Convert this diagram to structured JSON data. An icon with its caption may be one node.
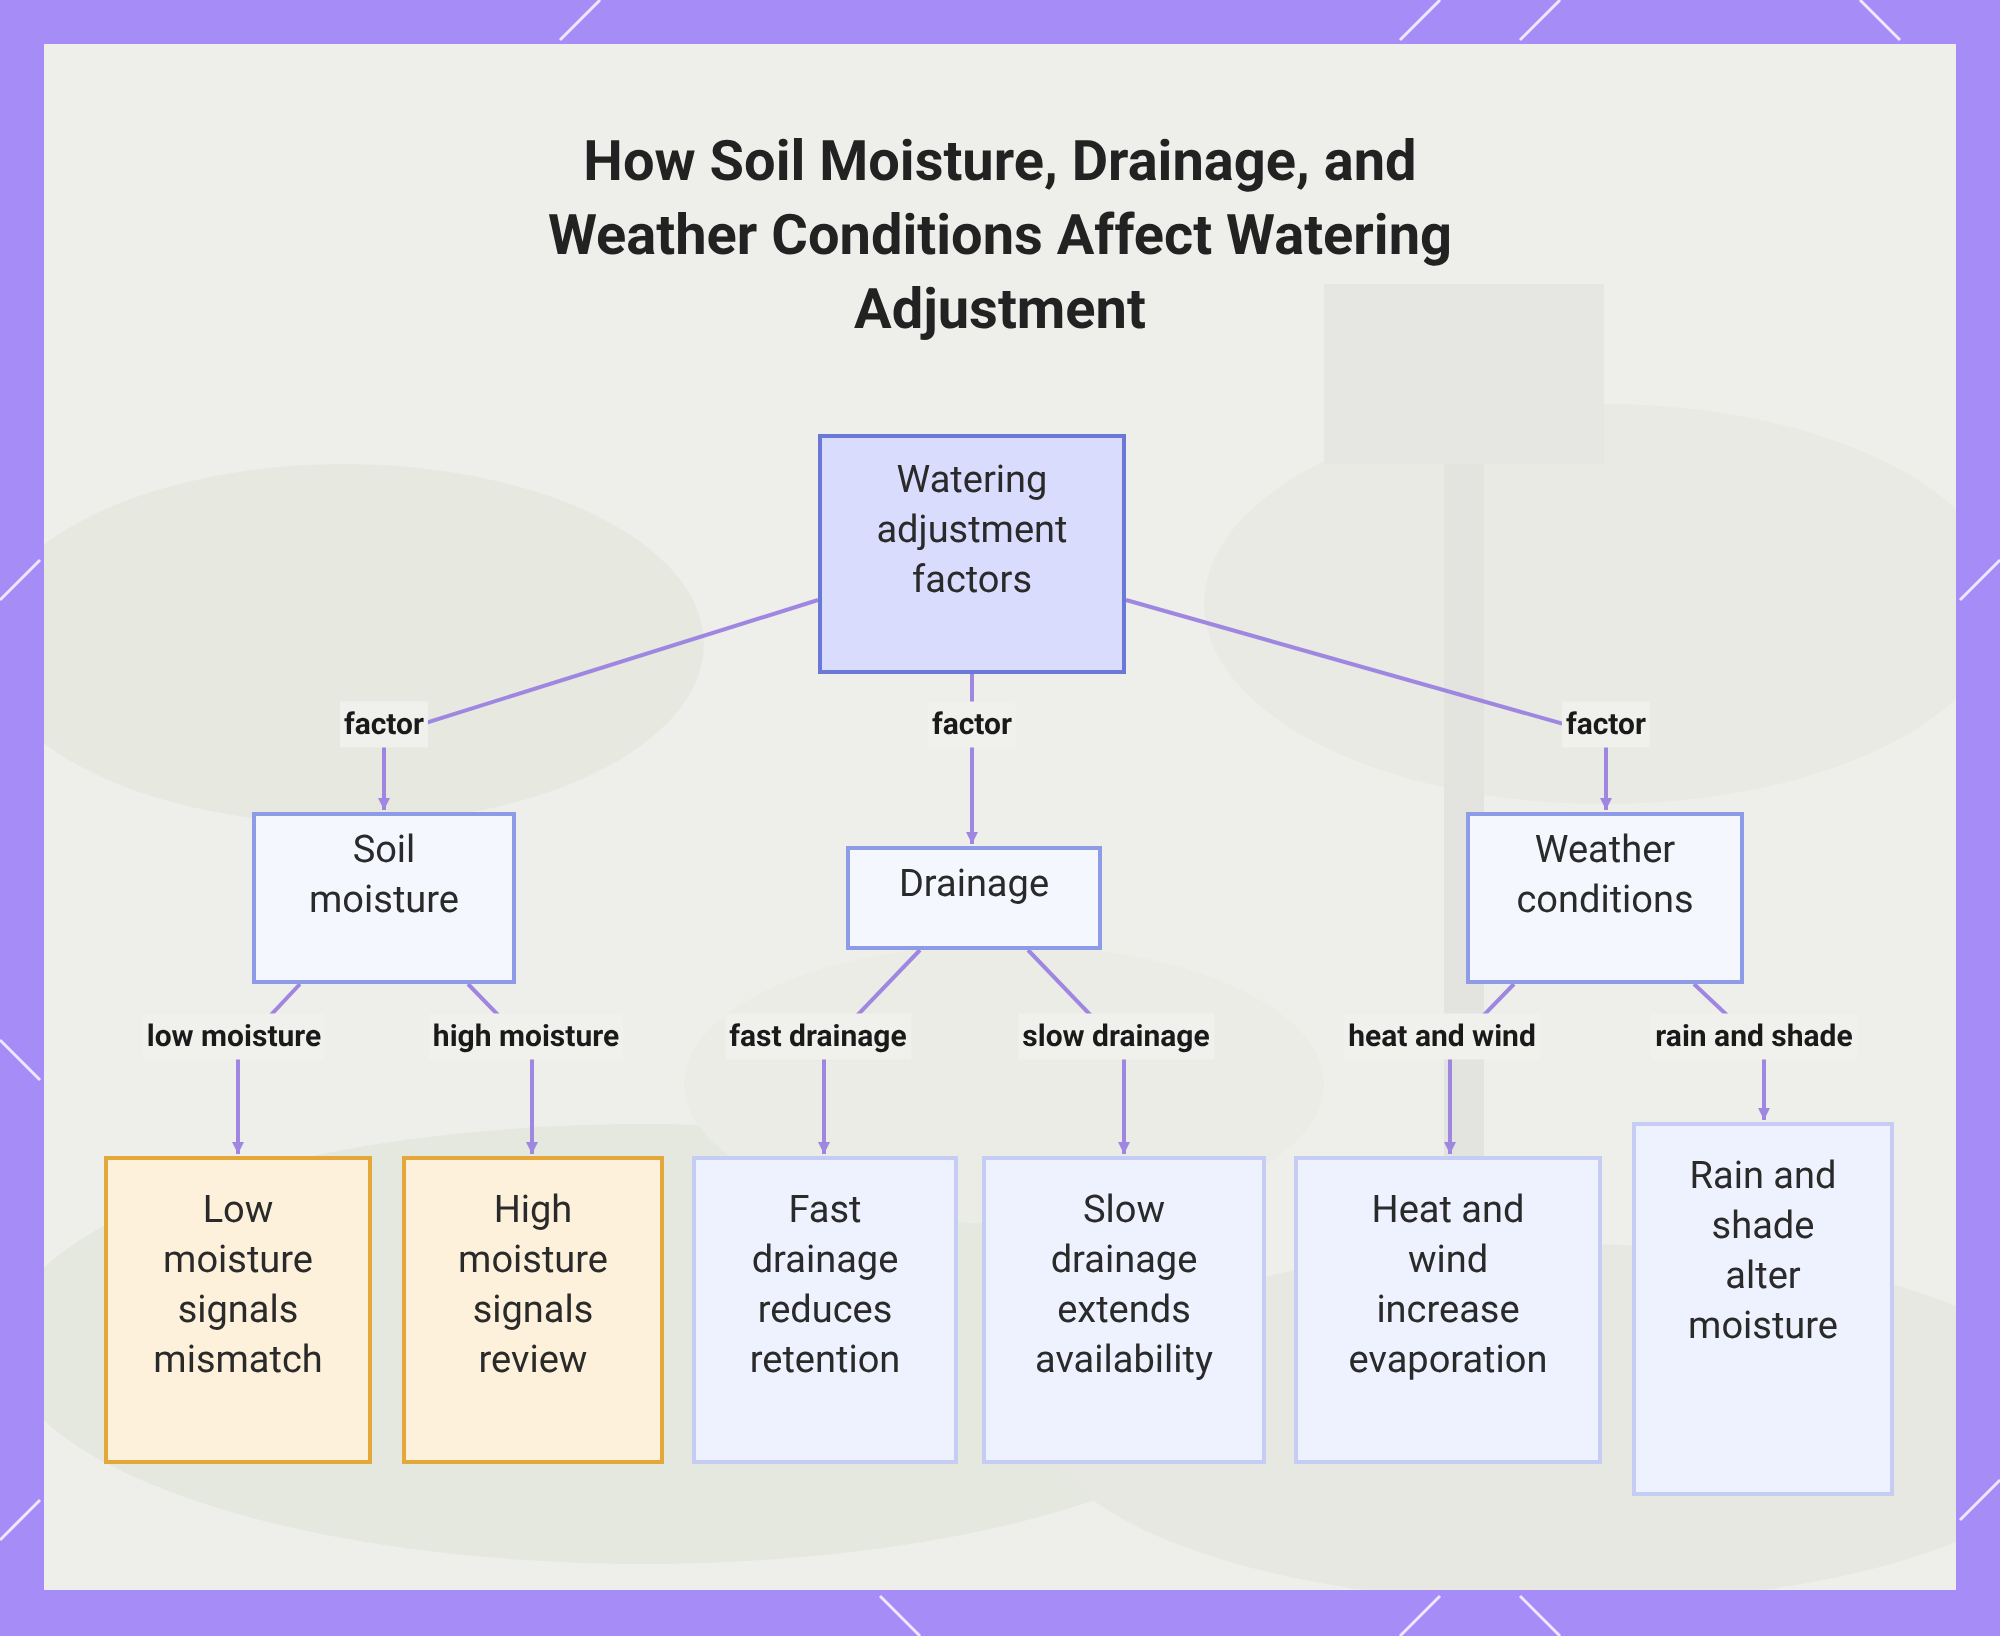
{
  "diagram": {
    "title": "How Soil Moisture, Drainage, and Weather Conditions Affect Watering Adjustment",
    "nodes": [
      {
        "text": [
          "Watering adjustment factors"
        ]
      },
      {
        "text": [
          "Soil moisture"
        ]
      },
      {
        "text": [
          "Drainage"
        ]
      },
      {
        "text": [
          "Weather conditions"
        ]
      },
      {
        "text": [
          "Low moisture signals mismatch"
        ]
      },
      {
        "text": [
          "High moisture signals review"
        ]
      },
      {
        "text": [
          "Fast drainage reduces retention"
        ]
      },
      {
        "text": [
          "Slow drainage extends availability"
        ]
      },
      {
        "text": [
          "Heat and wind increase evaporation"
        ]
      },
      {
        "text": [
          "Rain and shade alter moisture"
        ]
      }
    ],
    "edges": [
      {
        "from": 0,
        "to": 1,
        "arrow": "to",
        "label": "factor"
      },
      {
        "from": 0,
        "to": 2,
        "arrow": "to",
        "label": "factor"
      },
      {
        "from": 0,
        "to": 3,
        "arrow": "to",
        "label": "factor"
      },
      {
        "from": 1,
        "to": 4,
        "arrow": "to",
        "label": "low moisture"
      },
      {
        "from": 1,
        "to": 5,
        "arrow": "to",
        "label": "high moisture"
      },
      {
        "from": 2,
        "to": 6,
        "arrow": "to",
        "label": "fast drainage"
      },
      {
        "from": 2,
        "to": 7,
        "arrow": "to",
        "label": "slow drainage"
      },
      {
        "from": 3,
        "to": 8,
        "arrow": "to",
        "label": "heat and wind"
      },
      {
        "from": 3,
        "to": 9,
        "arrow": "to",
        "label": "rain and shade"
      }
    ]
  }
}
